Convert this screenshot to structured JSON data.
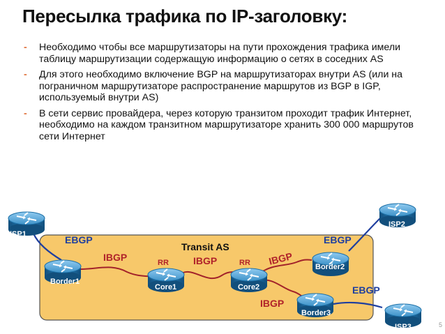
{
  "title": "Пересылка трафика по IP-заголовку:",
  "bullets": [
    "Необходимо чтобы все маршрутизаторы на пути прохождения трафика имели таблицу маршрутизации содержащую информацию о сетях в соседних AS",
    "Для этого необходимо включение BGP на маршрутизаторах внутри AS (или на пограничном маршрутизаторе распространение маршрутов из BGP в IGP, используемый внутри AS)",
    "В сети сервис провайдера, через которую транзитом проходит трафик Интернет, необходимо на каждом транзитном маршрутизаторе хранить 300 000 маршрутов сети Интернет"
  ],
  "bullet_marker": "-",
  "diagram": {
    "as_label": "Transit AS",
    "routers": {
      "isp1": "ISP1",
      "isp2": "ISP2",
      "isp3": "ISP3",
      "border1": "Border1",
      "border2": "Border2",
      "border3": "Border3",
      "core1": "Core1",
      "core2": "Core2"
    },
    "session_labels": {
      "ebgp_isp1": "EBGP",
      "ebgp_isp2": "EBGP",
      "ebgp_isp3": "EBGP",
      "ibgp_border1": "IBGP",
      "ibgp_core": "IBGP",
      "ibgp_border2": "IBGP",
      "ibgp_border3": "IBGP",
      "rr_core1": "RR",
      "rr_core2": "RR"
    }
  },
  "page_number": "5",
  "colors": {
    "as_fill": "#f7c86a",
    "as_border": "#555555",
    "ebgp_line": "#1f3f9f",
    "ibgp_line": "#a2222a",
    "router_body": "#1c6fa6",
    "router_top": "#5aaad8"
  }
}
